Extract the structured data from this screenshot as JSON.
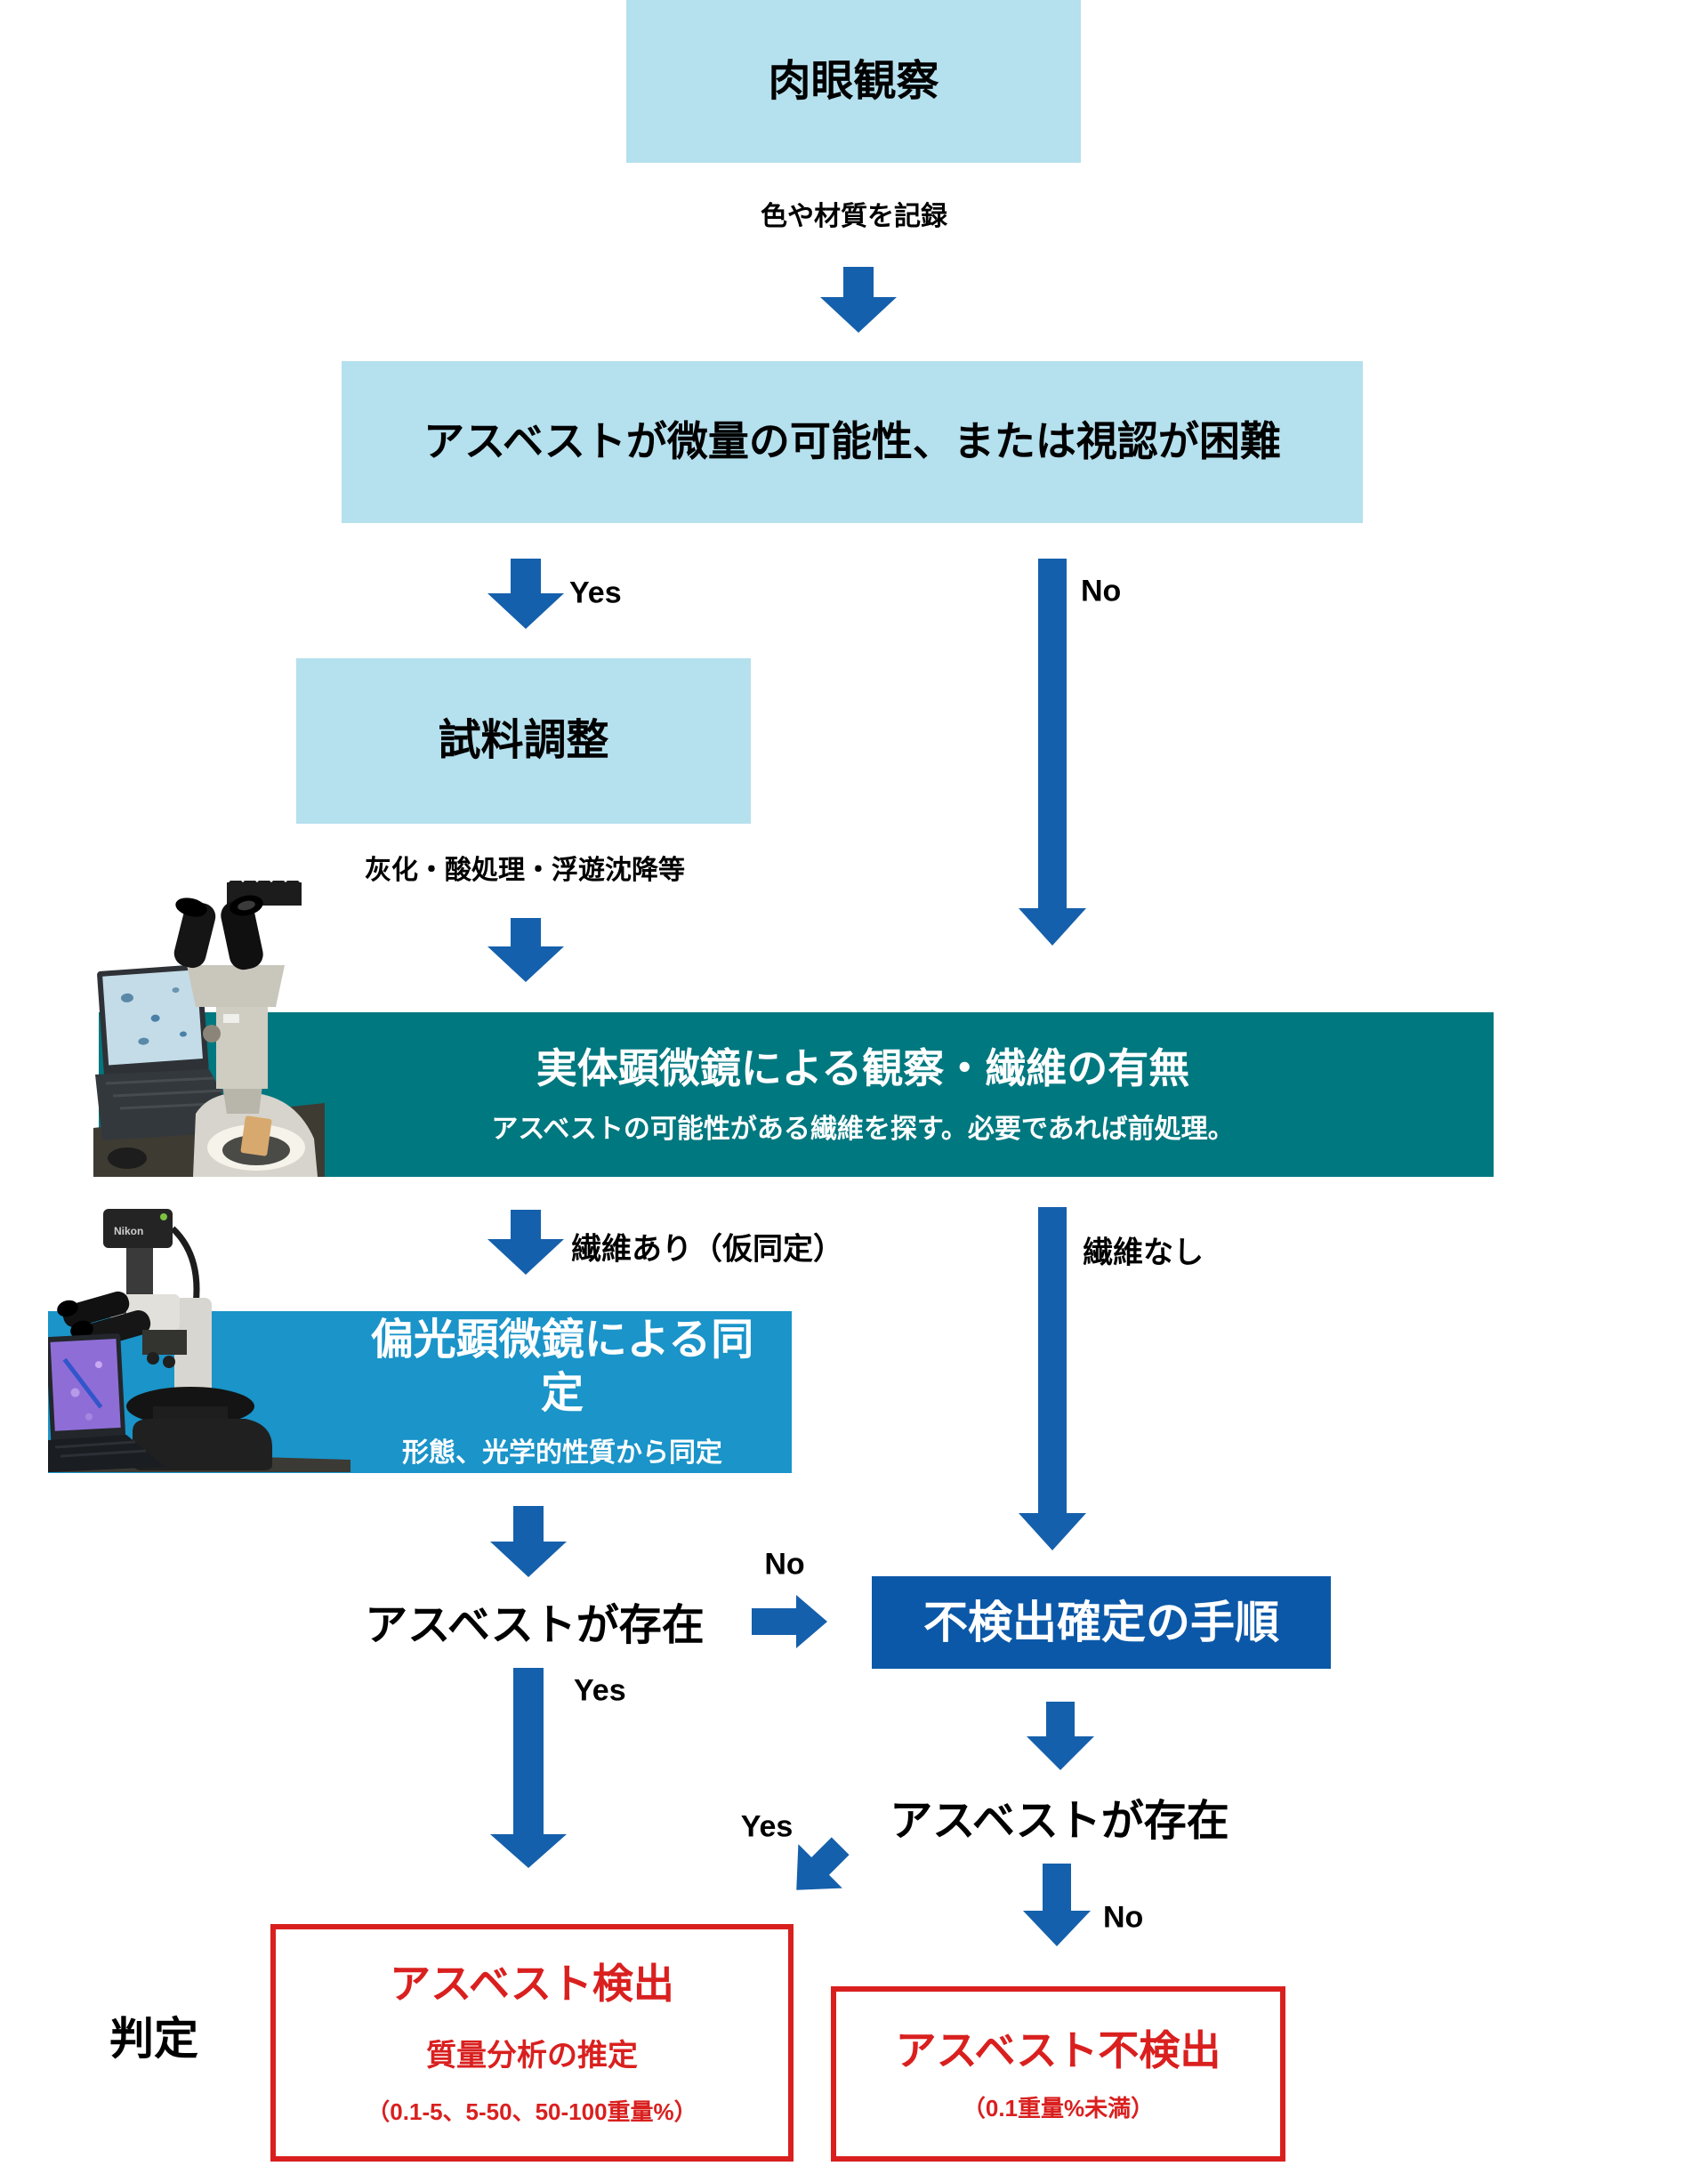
{
  "palette": {
    "light_blue_box": "#B5E0EE",
    "teal_box": "#00787F",
    "bright_blue_box": "#1A94C9",
    "dark_blue_box": "#0B58A8",
    "arrow_blue": "#1560AC",
    "alert_red": "#D9201F",
    "text_black": "#000000",
    "text_white": "#FFFFFF"
  },
  "nodes": {
    "visual_observation": {
      "label": "肉眼観察"
    },
    "record_caption": {
      "label": "色や材質を記録"
    },
    "trace_possibility": {
      "label": "アスベストが微量の可能性、または視認が困難"
    },
    "sample_prep": {
      "label": "試料調整"
    },
    "prep_caption": {
      "label": "灰化・酸処理・浮遊沈降等"
    },
    "stereo_observation": {
      "title": "実体顕微鏡による観察・繊維の有無",
      "subtitle": "アスベストの可能性がある繊維を探す。必要であれば前処理。"
    },
    "polarized_identification": {
      "title": "偏光顕微鏡による同定",
      "subtitle": "形態、光学的性質から同定"
    },
    "asbestos_present_left": {
      "label": "アスベストが存在"
    },
    "nondetect_procedure": {
      "label": "不検出確定の手順"
    },
    "asbestos_present_right": {
      "label": "アスベストが存在"
    },
    "judgment": {
      "label": "判定"
    },
    "detected": {
      "title": "アスベスト検出",
      "subtitle": "質量分析の推定",
      "range": "（0.1-5、5-50、50-100重量%）"
    },
    "not_detected": {
      "title": "アスベスト不検出",
      "range": "（0.1重量%未満）"
    }
  },
  "branches": {
    "b1_yes": "Yes",
    "b1_no": "No",
    "b2_yes": "繊維あり（仮同定）",
    "b2_no": "繊維なし",
    "b3_no": "No",
    "b3_yes": "Yes",
    "b4_yes": "Yes",
    "b4_no": "No"
  },
  "photos": {
    "camera_brand": "Nikon",
    "stereo_photo_name": "stereo-microscope-with-laptop-photo",
    "polarized_photo_name": "polarized-light-microscope-with-laptop-photo"
  }
}
